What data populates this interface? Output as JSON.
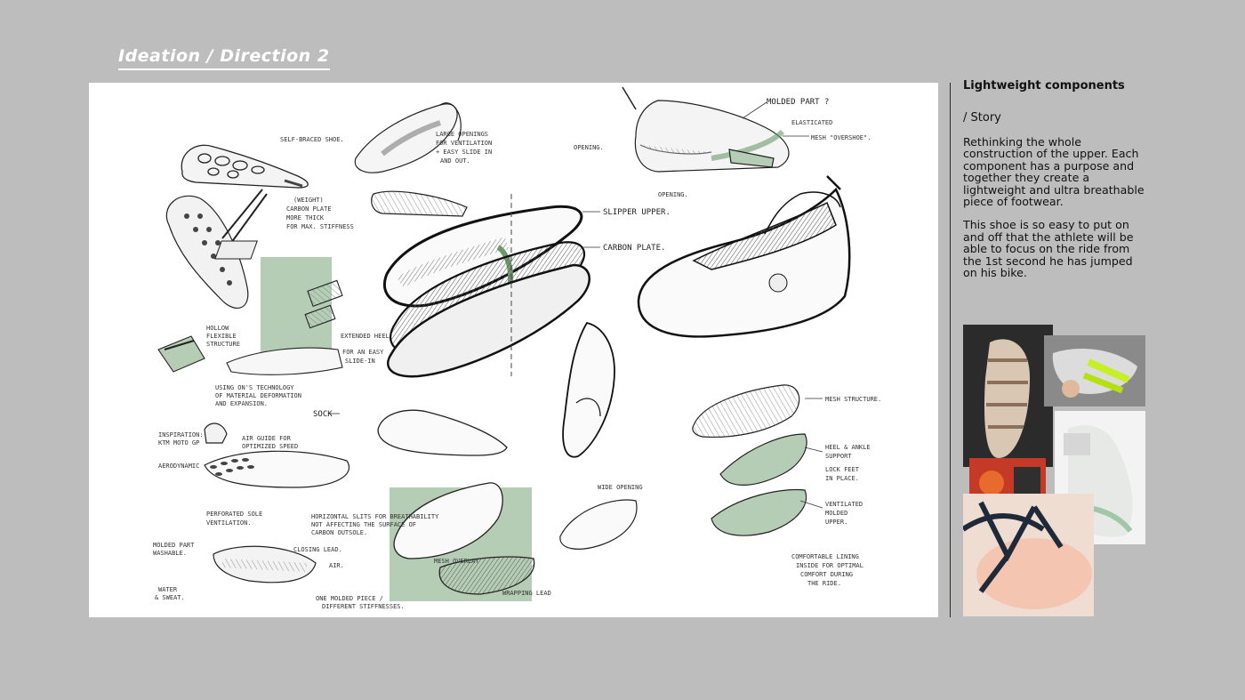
{
  "page": {
    "title": "Ideation / Direction 2"
  },
  "sidebar": {
    "heading": "Lightweight components",
    "subheading": "/ Story",
    "paragraphs": [
      "Rethinking the whole construction of the upper. Each component has a purpose and together they create a lightweight and ultra breathable piece of footwear.",
      "This shoe is so easy to put on and off that the athlete will be able to focus on the ride from the 1st second he has jumped on his bike."
    ]
  },
  "annotations": {
    "slipper_upper": "SLIPPER UPPER.",
    "carbon_plate": "CARBON PLATE.",
    "molded_part": "MOLDED PART ?",
    "elasticated": "ELASTICATED",
    "mesh_overshoe": "MESH \"OVERSHOE\".",
    "opening": "OPENING.",
    "opening_2": "OPENING.",
    "sock": "SOCK",
    "mesh_structure": "MESH STRUCTURE.",
    "heel_ankle": "HEEL & ANKLE",
    "support": "SUPPORT",
    "lock_feet": "LOCK FEET",
    "in_place": "IN PLACE.",
    "ventilated": "VENTILATED",
    "molded": "MOLDED",
    "upper": "UPPER.",
    "comfortable": "COMFORTABLE LINING",
    "inside": "INSIDE FOR OPTIMAL",
    "comfort": "COMFORT DURING",
    "the_ride": "THE RIDE.",
    "self_braced": "SELF-BRACED SHOE.",
    "large_openings": "LARGE OPENINGS",
    "for_ventilation": "FOR VENTILATION",
    "easy_slide": "+ EASY SLIDE IN",
    "and_out": "AND OUT.",
    "weight": "(WEIGHT)",
    "carbon_plate_small": "CARBON PLATE",
    "more_thick": "MORE THICK",
    "for_max": "FOR MAX. STIFFNESS",
    "hollow": "HOLLOW",
    "flexible": "FLEXIBLE",
    "structure": "STRUCTURE",
    "using_on": "USING ON'S TECHNOLOGY",
    "of_material": "OF MATERIAL DEFORMATION",
    "and_expansion": "AND EXPANSION.",
    "extended_heel": "EXTENDED HEEL",
    "for_an_easy": "FOR AN EASY",
    "slide_in": "SLIDE-IN",
    "aerodynamic": "AERODYNAMIC",
    "perforated": "PERFORATED SOLE",
    "ventilation": "VENTILATION.",
    "inspiration": "INSPIRATION:",
    "ktm": "KTM MOTO GP",
    "air_guide": "AIR GUIDE FOR",
    "optimized": "OPTIMIZED SPEED",
    "horizontal": "HORIZONTAL SLITS FOR BREATHABILITY",
    "not_affecting": "NOT AFFECTING THE SURFACE OF",
    "carbon_outsole": "CARBON OUTSOLE.",
    "molded_part_2": "MOLDED PART",
    "washable": "WASHABLE.",
    "closing_lead": "CLOSING LEAD.",
    "air": "AIR.",
    "water": "WATER",
    "sweat": "& SWEAT.",
    "one_molded": "ONE MOLDED PIECE /",
    "different": "DIFFERENT STIFFNESSES.",
    "mesh_overlay": "MESH OVERLAY",
    "wide_opening": "WIDE OPENING",
    "wrapping_lead": "WRAPPING LEAD"
  },
  "colors": {
    "background": "#bdbdbd",
    "board": "#ffffff",
    "accent_green": "#b5cdb4",
    "ink": "#1a1a1a"
  },
  "icons": {
    "main_sketch": "shoe-exploded-sketch"
  }
}
